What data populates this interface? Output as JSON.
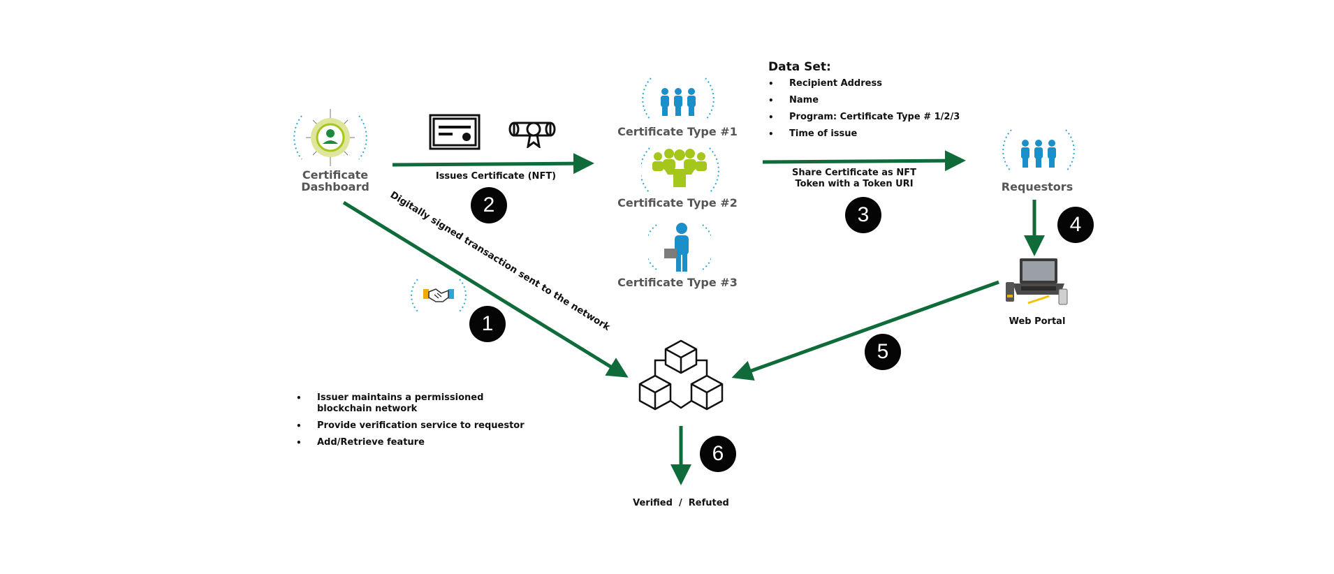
{
  "dashboard": {
    "label_line1": "Certificate",
    "label_line2": "Dashboard"
  },
  "issue_arrow": {
    "label": "Issues Certificate (NFT)",
    "step": "2"
  },
  "cert_types": [
    {
      "label": "Certificate Type #1"
    },
    {
      "label": "Certificate Type #2"
    },
    {
      "label": "Certificate Type #3"
    }
  ],
  "data_set": {
    "title": "Data Set:",
    "items": [
      "Recipient Address",
      "Name",
      "Program: Certificate Type # 1/2/3",
      "Time of issue"
    ]
  },
  "share_arrow": {
    "label_line1": "Share Certificate as NFT",
    "label_line2": "Token with a Token URI",
    "step": "3"
  },
  "requestors": {
    "label": "Requestors",
    "step": "4"
  },
  "web_portal": {
    "label": "Web Portal",
    "step": "5"
  },
  "transaction_arrow": {
    "label": "Digitally signed transaction sent to the network",
    "step": "1"
  },
  "blockchain": {
    "result_label": "Verified  /  Refuted",
    "step": "6"
  },
  "issuer_notes": {
    "items": [
      "Issuer maintains a permissioned blockchain network",
      "Provide verification service to requestor",
      "Add/Retrieve feature"
    ]
  },
  "colors": {
    "arrow": "#0f6b3a",
    "people_blue": "#1a8fc9",
    "people_lime": "#a5c61a",
    "halo": "#2aa7d6"
  }
}
